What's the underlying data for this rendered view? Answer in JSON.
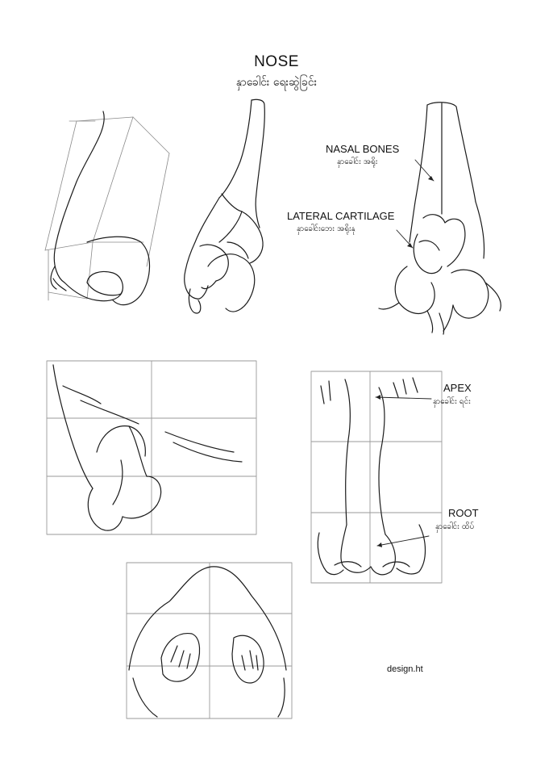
{
  "title": "NOSE",
  "subtitle": "နှာခေါင်း ရေးဆွဲခြင်း",
  "labels": {
    "nasal_bones": "NASAL BONES",
    "nasal_bones_mm": "နှာခေါင်း အရိုး",
    "lateral_cartilage": "LATERAL CARTILAGE",
    "lateral_cartilage_mm": "နှာခေါင်းဘေး အရိုးနု",
    "apex": "APEX",
    "apex_mm": "နှာခေါင်း ရင်း",
    "root": "ROOT",
    "root_mm": "နှာခေါင်း ထိပ်"
  },
  "credit": "design.ht"
}
